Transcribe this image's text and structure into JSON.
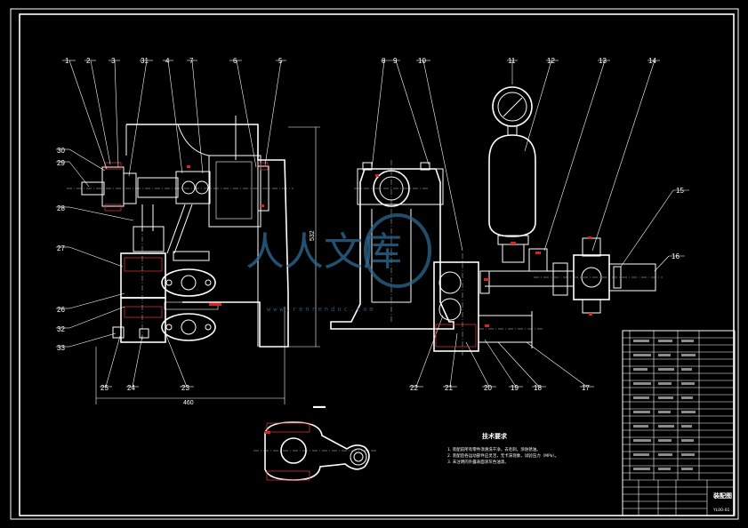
{
  "part_numbers_left": [
    "1",
    "2",
    "3",
    "31",
    "4",
    "7",
    "6",
    "5"
  ],
  "part_numbers_right": [
    "8",
    "9",
    "10",
    "11",
    "12",
    "13",
    "14"
  ],
  "part_numbers_side_left": [
    "30",
    "29",
    "28",
    "27",
    "26",
    "32",
    "33"
  ],
  "part_numbers_bottom_left": [
    "25",
    "24",
    "23"
  ],
  "part_numbers_bottom_right": [
    "22",
    "21",
    "20",
    "19",
    "18",
    "17"
  ],
  "part_numbers_side_right": [
    "15",
    "16"
  ],
  "dimensions": {
    "height": "532",
    "width": "460"
  },
  "watermark": {
    "main": "人人文库",
    "sub": "www.renrendoc.com"
  },
  "tech_requirements": {
    "title": "技术要求",
    "lines": [
      "1. 装配前所有零件须清洗干净，去毛刺，涂防锈油。",
      "2. 装配后各运动部件应灵活，无卡滞现象，试验压力（MPa）。",
      "3. 未注明的外露表面涂灰色油漆。"
    ]
  },
  "title_block": {
    "name": "装配图",
    "code": "YL00-01"
  }
}
